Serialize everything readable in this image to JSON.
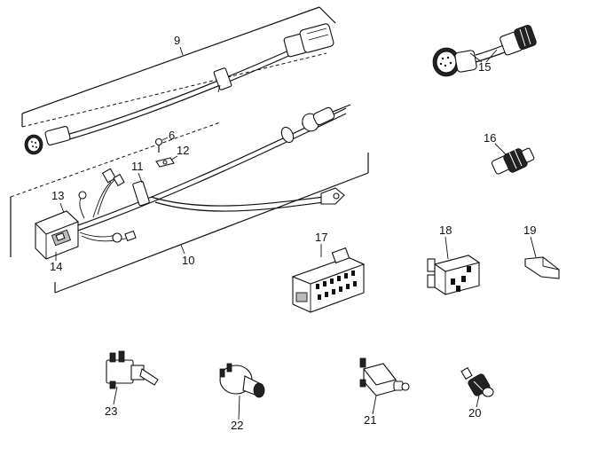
{
  "callouts": {
    "c6": "6",
    "c9": "9",
    "c10": "10",
    "c11": "11",
    "c12": "12",
    "c13": "13",
    "c14": "14",
    "c15": "15",
    "c16": "16",
    "c17": "17",
    "c18": "18",
    "c19": "19",
    "c20": "20",
    "c21": "21",
    "c22": "22",
    "c23": "23"
  }
}
